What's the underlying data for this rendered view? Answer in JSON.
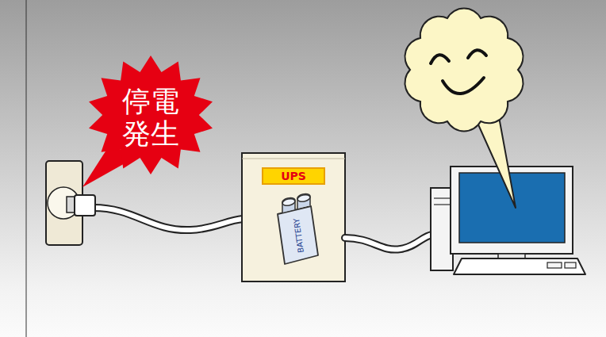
{
  "diagram": {
    "nodes": [
      {
        "text": [
          "停電 発生"
        ]
      },
      {
        "text": [
          "UPS"
        ]
      }
    ],
    "labels": [
      "BATTERY"
    ]
  }
}
